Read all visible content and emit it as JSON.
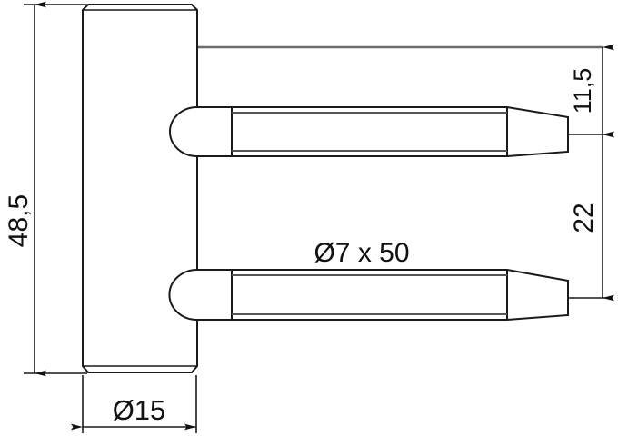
{
  "drawing": {
    "title": "hinge-pin-technical-drawing",
    "units": "mm",
    "background_color": "#ffffff",
    "line_color": "#1a1a1a",
    "centerline_color": "#6b6b6b",
    "text_color": "#111111"
  },
  "dimensions": {
    "overall_height": {
      "label": "48,5",
      "orientation": "vertical",
      "position": "left",
      "arrow_style": "outward-filled",
      "value": 48.5
    },
    "upper_offset": {
      "label": "11,5",
      "orientation": "vertical",
      "position": "right",
      "arrow_style": "outward-filled",
      "value": 11.5
    },
    "pin_spacing": {
      "label": "22",
      "orientation": "vertical",
      "position": "right",
      "arrow_style": "outward-filled",
      "value": 22
    },
    "plate_width": {
      "label": "Ø15",
      "orientation": "horizontal",
      "position": "bottom",
      "arrow_style": "inward-filled",
      "value": 15
    }
  },
  "annotations": {
    "pin_spec": {
      "label": "Ø7 x 50",
      "diameter": 7,
      "length": 50
    }
  },
  "parts": {
    "plate": {
      "name": "hinge-plate",
      "shape": "chamfered-rectangle"
    },
    "pin_upper": {
      "name": "dowel-pin-upper",
      "shape": "round-nose-tapered-tip"
    },
    "pin_lower": {
      "name": "dowel-pin-lower",
      "shape": "round-nose-tapered-tip"
    }
  }
}
